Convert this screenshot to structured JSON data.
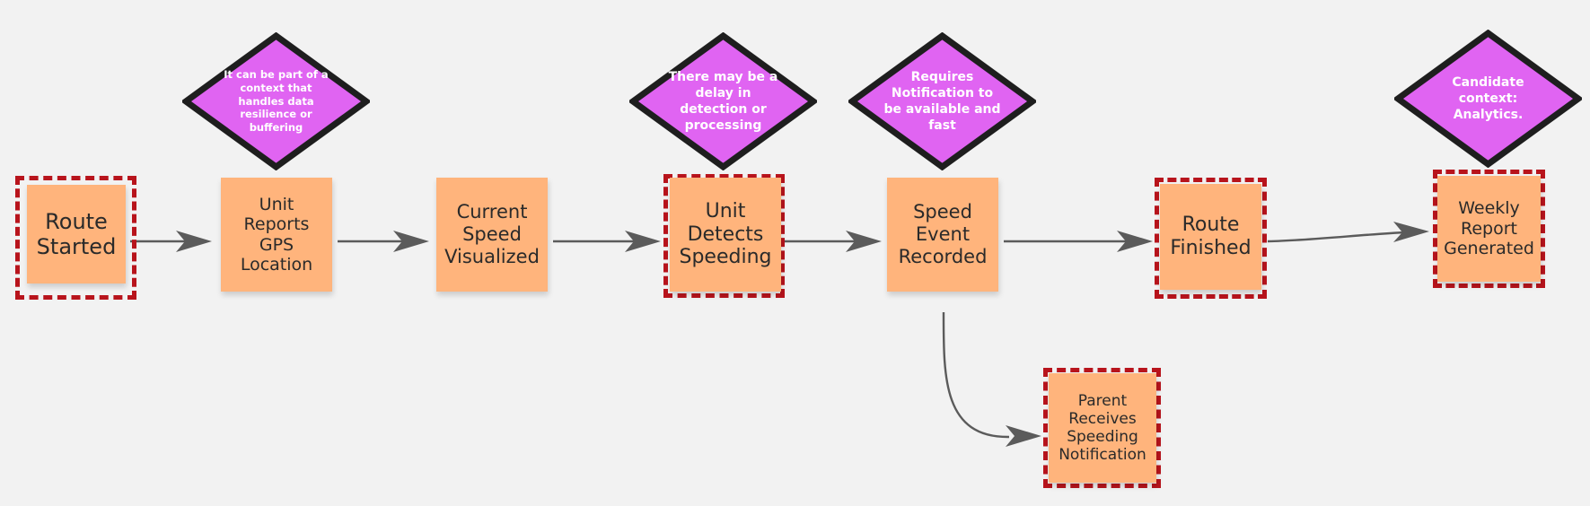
{
  "colors": {
    "sticky": "#ffb47c",
    "sticky_text": "#2a2a2a",
    "hotspot_frame": "#b8141c",
    "note_fill": "#e064f2",
    "note_border": "#1e1e1e",
    "note_text": "#ffffff",
    "connector": "#5b5b5b",
    "background": "#f2f2f2"
  },
  "events": {
    "route_started": "Route Started",
    "unit_reports_gps_location": "Unit Reports GPS Location",
    "current_speed_visualized": "Current Speed Visualized",
    "unit_detects_speeding": "Unit Detects Speeding",
    "speed_event_recorded": "Speed Event Recorded",
    "route_finished": "Route Finished",
    "weekly_report_generated": "Weekly Report Generated",
    "parent_receives_speeding_notification": "Parent Receives Speeding Notification"
  },
  "notes": {
    "data_resilience": "It can be part of a context that handles data resilience or buffering",
    "delay": "There may be a delay in detection or processing",
    "notification_requirement": "Requires Notification to be available and fast",
    "candidate_context": "Candidate context: Analytics."
  }
}
